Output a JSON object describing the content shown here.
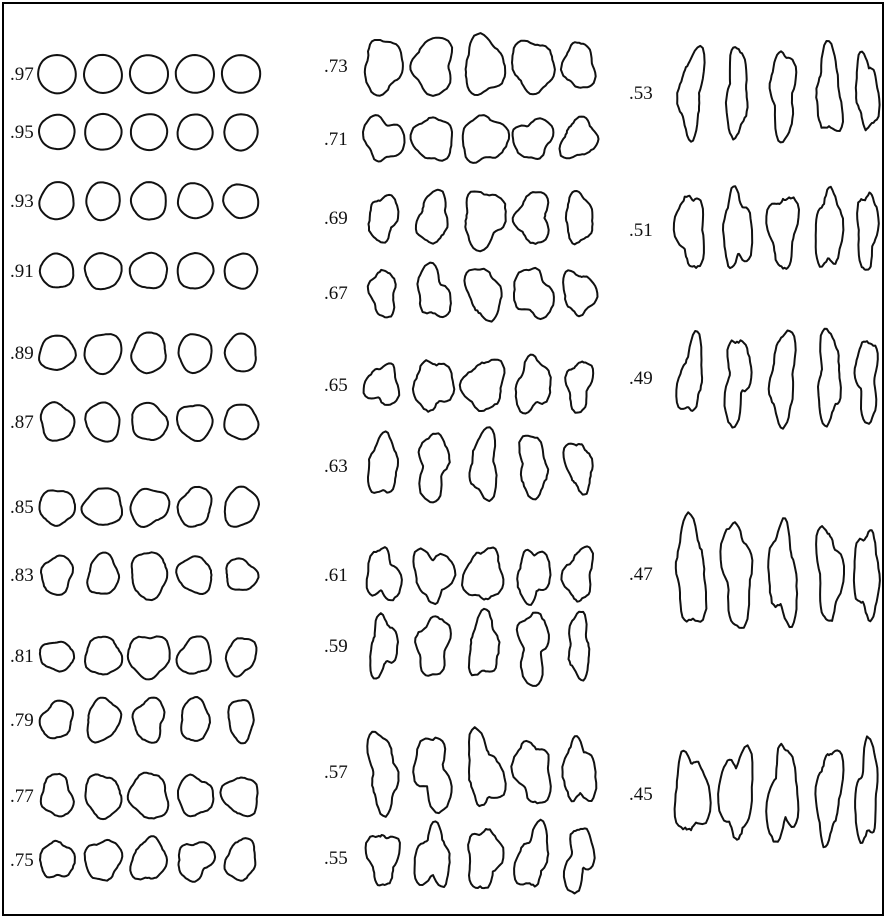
{
  "figure": {
    "columns": [
      {
        "rows": [
          {
            "label": ".97",
            "shapes": [
              [
                1.0,
                1.0,
                0.01,
                0
              ],
              [
                1.0,
                1.0,
                0.01,
                1
              ],
              [
                1.0,
                1.0,
                0.01,
                2
              ],
              [
                1.0,
                1.0,
                0.01,
                3
              ],
              [
                1.0,
                1.0,
                0.01,
                4
              ]
            ]
          },
          {
            "label": ".95",
            "shapes": [
              [
                0.92,
                0.92,
                0.018,
                5
              ],
              [
                0.95,
                0.95,
                0.015,
                6
              ],
              [
                0.95,
                0.95,
                0.015,
                7
              ],
              [
                0.92,
                0.92,
                0.02,
                8
              ],
              [
                0.88,
                0.95,
                0.02,
                9
              ]
            ]
          },
          {
            "label": ".93",
            "shapes": [
              [
                0.92,
                0.95,
                0.03,
                10
              ],
              [
                0.92,
                0.95,
                0.035,
                11
              ],
              [
                0.95,
                0.95,
                0.03,
                12
              ],
              [
                0.9,
                0.92,
                0.03,
                13
              ],
              [
                0.9,
                0.9,
                0.04,
                14
              ]
            ]
          },
          {
            "label": ".91",
            "shapes": [
              [
                0.85,
                0.92,
                0.04,
                15
              ],
              [
                0.92,
                0.98,
                0.045,
                16
              ],
              [
                0.95,
                0.95,
                0.04,
                17
              ],
              [
                0.92,
                0.95,
                0.04,
                18
              ],
              [
                0.85,
                0.92,
                0.04,
                19
              ]
            ]
          },
          {
            "label": ".89",
            "shapes": [
              [
                0.95,
                0.9,
                0.05,
                20
              ],
              [
                1.0,
                1.0,
                0.045,
                21
              ],
              [
                0.95,
                1.0,
                0.055,
                22
              ],
              [
                0.92,
                0.95,
                0.05,
                23
              ],
              [
                0.85,
                0.95,
                0.045,
                24
              ]
            ]
          },
          {
            "label": ".87",
            "shapes": [
              [
                0.9,
                0.95,
                0.06,
                25
              ],
              [
                0.9,
                1.0,
                0.055,
                26
              ],
              [
                0.92,
                0.98,
                0.06,
                27
              ],
              [
                0.9,
                0.95,
                0.06,
                28
              ],
              [
                0.85,
                0.95,
                0.065,
                29
              ]
            ]
          },
          {
            "label": ".85",
            "shapes": [
              [
                0.9,
                0.95,
                0.07,
                30
              ],
              [
                1.0,
                1.0,
                0.075,
                31
              ],
              [
                0.95,
                1.0,
                0.07,
                32
              ],
              [
                0.85,
                1.05,
                0.075,
                33
              ],
              [
                0.9,
                1.0,
                0.07,
                34
              ]
            ]
          },
          {
            "label": ".83",
            "shapes": [
              [
                0.85,
                0.95,
                0.08,
                35
              ],
              [
                0.85,
                1.0,
                0.08,
                36
              ],
              [
                1.0,
                1.15,
                0.085,
                37
              ],
              [
                0.9,
                0.95,
                0.08,
                38
              ],
              [
                0.8,
                0.85,
                0.08,
                39
              ]
            ]
          },
          {
            "label": ".81",
            "shapes": [
              [
                0.85,
                0.8,
                0.09,
                40
              ],
              [
                0.9,
                1.05,
                0.09,
                41
              ],
              [
                1.05,
                1.15,
                0.095,
                42
              ],
              [
                0.8,
                1.05,
                0.085,
                43
              ],
              [
                0.75,
                1.0,
                0.09,
                44
              ]
            ]
          },
          {
            "label": ".79",
            "shapes": [
              [
                0.85,
                0.95,
                0.09,
                45
              ],
              [
                0.9,
                1.05,
                0.095,
                46
              ],
              [
                0.85,
                1.05,
                0.1,
                47
              ],
              [
                0.8,
                1.05,
                0.09,
                48
              ],
              [
                0.7,
                1.05,
                0.09,
                49
              ]
            ]
          },
          {
            "label": ".77",
            "shapes": [
              [
                0.85,
                1.05,
                0.1,
                50
              ],
              [
                0.95,
                1.1,
                0.1,
                51
              ],
              [
                1.0,
                1.2,
                0.105,
                52
              ],
              [
                0.9,
                1.05,
                0.1,
                53
              ],
              [
                0.85,
                1.1,
                0.1,
                54
              ]
            ]
          },
          {
            "label": ".75",
            "shapes": [
              [
                0.8,
                1.05,
                0.11,
                55
              ],
              [
                0.85,
                1.15,
                0.11,
                56
              ],
              [
                0.85,
                1.15,
                0.11,
                57
              ],
              [
                0.9,
                1.0,
                0.115,
                58
              ],
              [
                0.8,
                1.05,
                0.11,
                59
              ]
            ]
          }
        ]
      },
      {
        "rows": [
          {
            "label": ".73",
            "shapes": [
              [
                0.9,
                1.15,
                0.12,
                60
              ],
              [
                0.95,
                1.2,
                0.12,
                61
              ],
              [
                0.95,
                1.2,
                0.115,
                62
              ],
              [
                0.95,
                1.15,
                0.125,
                63
              ],
              [
                0.7,
                1.05,
                0.12,
                64
              ]
            ]
          },
          {
            "label": ".71",
            "shapes": [
              [
                0.8,
                1.05,
                0.125,
                65
              ],
              [
                0.8,
                1.1,
                0.125,
                66
              ],
              [
                0.9,
                1.15,
                0.13,
                67
              ],
              [
                0.8,
                0.95,
                0.13,
                68
              ],
              [
                0.75,
                0.9,
                0.135,
                69
              ]
            ]
          },
          {
            "label": ".69",
            "shapes": [
              [
                0.65,
                1.0,
                0.14,
                70
              ],
              [
                0.7,
                1.1,
                0.14,
                71
              ],
              [
                1.0,
                1.15,
                0.15,
                72
              ],
              [
                0.8,
                1.05,
                0.14,
                73
              ],
              [
                0.65,
                1.05,
                0.14,
                74
              ]
            ]
          },
          {
            "label": ".67",
            "shapes": [
              [
                0.6,
                1.0,
                0.15,
                75
              ],
              [
                0.75,
                1.05,
                0.15,
                76
              ],
              [
                0.75,
                1.15,
                0.145,
                77
              ],
              [
                0.8,
                1.15,
                0.15,
                78
              ],
              [
                0.65,
                1.05,
                0.15,
                79
              ]
            ]
          },
          {
            "label": ".65",
            "shapes": [
              [
                0.65,
                1.0,
                0.16,
                80
              ],
              [
                0.8,
                1.2,
                0.16,
                81
              ],
              [
                0.85,
                1.2,
                0.16,
                82
              ],
              [
                0.75,
                1.2,
                0.16,
                83
              ],
              [
                0.55,
                1.1,
                0.16,
                84
              ]
            ]
          },
          {
            "label": ".63",
            "shapes": [
              [
                0.7,
                1.25,
                0.17,
                85
              ],
              [
                0.75,
                1.25,
                0.17,
                86
              ],
              [
                0.7,
                1.25,
                0.17,
                87
              ],
              [
                0.7,
                1.2,
                0.17,
                88
              ],
              [
                0.55,
                1.15,
                0.17,
                89
              ]
            ]
          },
          {
            "label": ".61",
            "shapes": [
              [
                0.65,
                1.25,
                0.18,
                90
              ],
              [
                0.75,
                1.25,
                0.18,
                91
              ],
              [
                0.75,
                1.3,
                0.18,
                92
              ],
              [
                0.65,
                1.25,
                0.18,
                93
              ],
              [
                0.6,
                1.2,
                0.18,
                94
              ]
            ]
          },
          {
            "label": ".59",
            "shapes": [
              [
                0.6,
                1.2,
                0.19,
                95
              ],
              [
                0.75,
                1.25,
                0.19,
                96
              ],
              [
                0.7,
                1.3,
                0.19,
                97
              ],
              [
                0.75,
                1.3,
                0.19,
                98
              ],
              [
                0.55,
                1.2,
                0.19,
                99
              ]
            ]
          },
          {
            "label": ".57",
            "shapes": [
              [
                0.7,
                1.5,
                0.2,
                100
              ],
              [
                0.8,
                1.5,
                0.2,
                101
              ],
              [
                0.75,
                1.5,
                0.2,
                102
              ],
              [
                0.75,
                1.45,
                0.2,
                103
              ],
              [
                0.65,
                1.5,
                0.2,
                104
              ]
            ]
          },
          {
            "label": ".55",
            "shapes": [
              [
                0.6,
                1.3,
                0.2,
                105
              ],
              [
                0.7,
                1.4,
                0.2,
                106
              ],
              [
                0.7,
                1.4,
                0.2,
                107
              ],
              [
                0.65,
                1.35,
                0.2,
                108
              ],
              [
                0.6,
                1.3,
                0.2,
                109
              ]
            ]
          }
        ]
      },
      {
        "rows": [
          {
            "label": ".53",
            "shapes": [
              [
                0.6,
                1.75,
                0.18,
                110
              ],
              [
                0.55,
                1.8,
                0.16,
                111
              ],
              [
                0.65,
                1.75,
                0.18,
                112
              ],
              [
                0.65,
                1.75,
                0.18,
                113
              ],
              [
                0.5,
                1.75,
                0.18,
                114
              ]
            ]
          },
          {
            "label": ".51",
            "shapes": [
              [
                0.6,
                1.85,
                0.18,
                115
              ],
              [
                0.6,
                1.9,
                0.18,
                116
              ],
              [
                0.6,
                1.85,
                0.18,
                117
              ],
              [
                0.6,
                1.85,
                0.18,
                118
              ],
              [
                0.45,
                1.85,
                0.18,
                119
              ]
            ]
          },
          {
            "label": ".49",
            "shapes": [
              [
                0.55,
                1.65,
                0.18,
                120
              ],
              [
                0.6,
                1.75,
                0.18,
                121
              ],
              [
                0.65,
                1.85,
                0.18,
                122
              ],
              [
                0.6,
                1.8,
                0.18,
                123
              ],
              [
                0.55,
                1.65,
                0.18,
                124
              ]
            ]
          },
          {
            "label": ".47",
            "shapes": [
              [
                0.75,
                2.2,
                0.18,
                125
              ],
              [
                0.7,
                2.3,
                0.18,
                126
              ],
              [
                0.65,
                2.2,
                0.18,
                127
              ],
              [
                0.55,
                2.2,
                0.18,
                128
              ],
              [
                0.55,
                2.1,
                0.18,
                129
              ]
            ]
          },
          {
            "label": ".45",
            "shapes": [
              [
                0.65,
                2.2,
                0.18,
                130
              ],
              [
                0.65,
                2.3,
                0.18,
                131
              ],
              [
                0.6,
                2.3,
                0.18,
                132
              ],
              [
                0.55,
                2.2,
                0.18,
                133
              ],
              [
                0.5,
                2.2,
                0.18,
                134
              ]
            ]
          }
        ]
      }
    ]
  }
}
